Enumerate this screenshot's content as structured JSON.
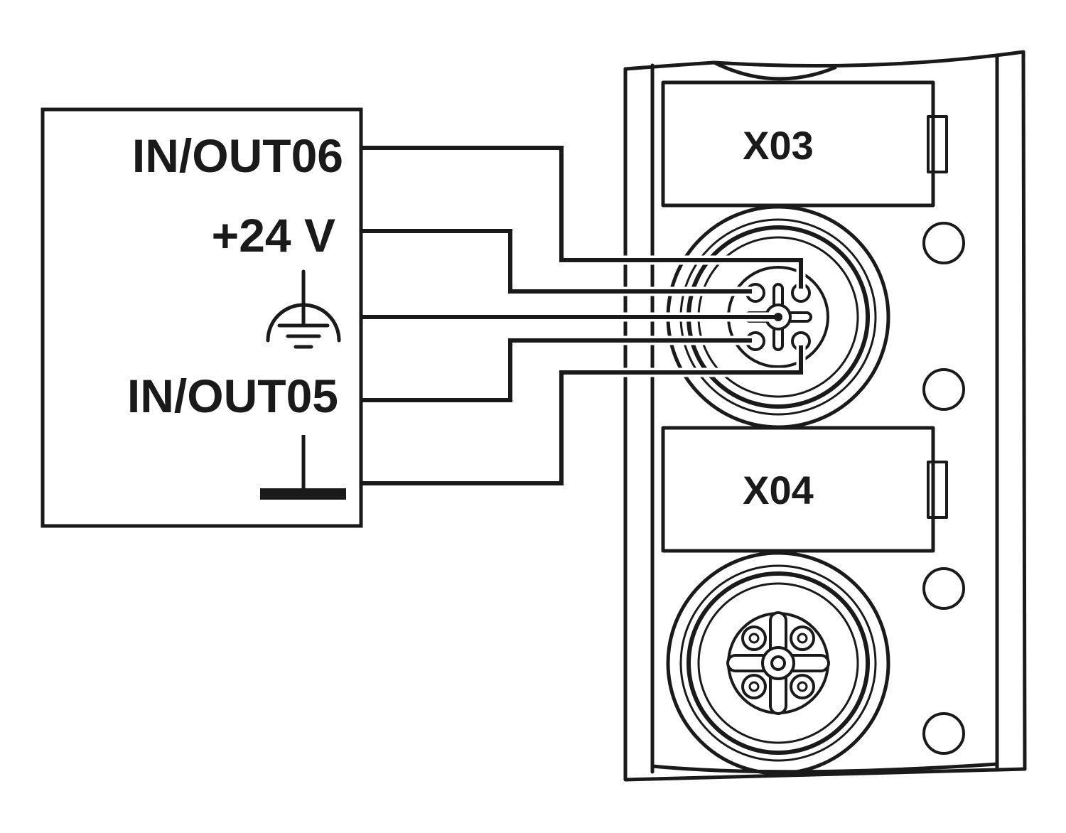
{
  "device_box": {
    "labels": {
      "in_out_06": "IN/OUT06",
      "plus_24v": "+24 V",
      "in_out_05": "IN/OUT05"
    }
  },
  "module": {
    "connectors": {
      "x03": "X03",
      "x04": "X04"
    }
  },
  "colors": {
    "line": "#1a1a1a",
    "background": "#ffffff"
  },
  "icons": [
    "functional-earth-icon",
    "ground-icon",
    "m12-connector-icon",
    "mounting-hole-icon",
    "label-clip-icon"
  ]
}
